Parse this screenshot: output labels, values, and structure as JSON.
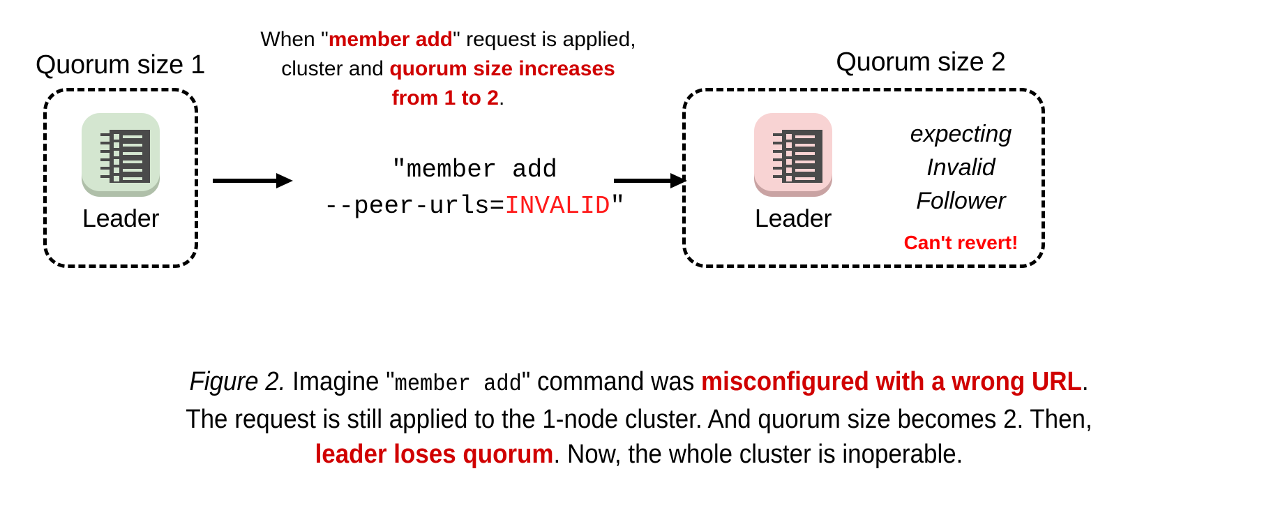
{
  "colors": {
    "accent_red": "#D00000",
    "alert_red": "#FF0000",
    "invalid_red": "#FF1A1A",
    "leader_healthy_bg": "#D4E6D0",
    "leader_healthy_shadow": "#AFBFA9",
    "leader_failed_bg": "#F8D3D3",
    "leader_failed_shadow": "#C9A3A3",
    "icon_body": "#4A4A4A",
    "background": "#FFFFFF",
    "border": "#000000"
  },
  "left_cluster": {
    "heading": "Quorum size 1",
    "node_label": "Leader",
    "node_state": "healthy"
  },
  "right_cluster": {
    "heading": "Quorum size 2",
    "node_label": "Leader",
    "node_state": "failed",
    "status_line_1": "expecting",
    "status_line_2": "Invalid",
    "status_line_3": "Follower",
    "alert": "Can't revert!"
  },
  "top_note": {
    "line1_a": "When \"",
    "line1_b": "member add",
    "line1_c": "\" request is applied,",
    "line2_a": "cluster and ",
    "line2_b": "quorum size increases",
    "line3_a": "from 1 to 2",
    "line3_b": "."
  },
  "command": {
    "line1": "\"member add",
    "line2_prefix": "--peer-urls=",
    "line2_invalid": "INVALID",
    "line2_suffix": "\""
  },
  "arrows": {
    "left_arrow": "arrow-right",
    "right_arrow": "arrow-right"
  },
  "caption": {
    "label": "Figure 2.",
    "l1_a": " Imagine \"",
    "l1_mono": "member add",
    "l1_b": "\" command was ",
    "l1_hl": "misconfigured with a wrong URL",
    "l1_c": ".",
    "l2": "The request is still applied to the 1-node cluster. And quorum size becomes 2. Then,",
    "l3_hl": "leader loses quorum",
    "l3_b": ". Now, the whole cluster is inoperable."
  }
}
